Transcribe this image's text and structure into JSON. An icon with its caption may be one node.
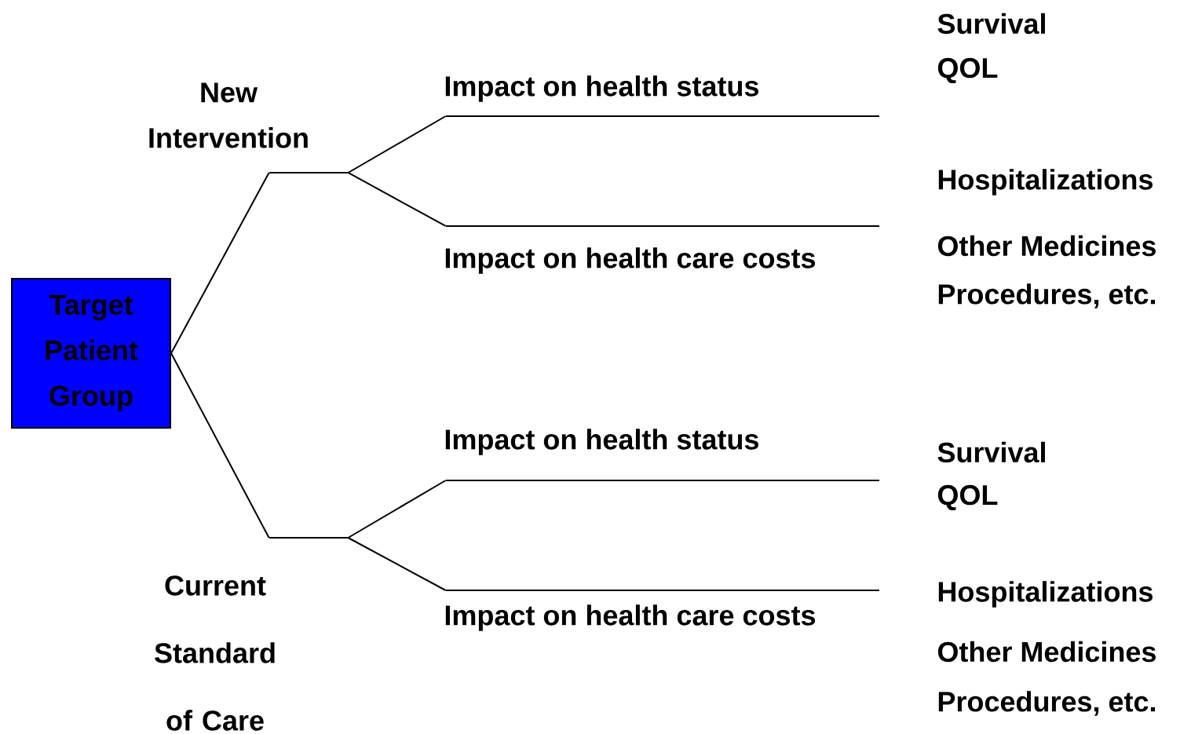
{
  "diagram": {
    "nodes": [
      {
        "text": [
          "Target Patient Group"
        ]
      },
      {
        "text": [],
        "shape": "bar",
        "beside": [
          "New Intervention"
        ]
      },
      {
        "text": [],
        "shape": "bar",
        "beside": [
          "Impact on health status"
        ]
      },
      {
        "text": [],
        "shape": "bar",
        "beside": [
          "Impact on health care costs"
        ]
      },
      {
        "text": [],
        "shape": "bar",
        "beside": [
          "Current Standard of Care"
        ]
      },
      {
        "text": [],
        "shape": "bar",
        "beside": [
          "Impact on health status"
        ]
      },
      {
        "text": [],
        "shape": "bar",
        "beside": [
          "Impact on health care costs"
        ]
      }
    ],
    "edges": [
      {
        "from": 0,
        "to": 1,
        "arrow": "none"
      },
      {
        "from": 1,
        "to": 2,
        "arrow": "none"
      },
      {
        "from": 1,
        "to": 3,
        "arrow": "none"
      },
      {
        "from": 0,
        "to": 4,
        "arrow": "none"
      },
      {
        "from": 4,
        "to": 5,
        "arrow": "none"
      },
      {
        "from": 4,
        "to": 6,
        "arrow": "none"
      }
    ],
    "labels": [
      "Survival",
      "QOL",
      "Hospitalizations",
      "Other Medicines",
      "Procedures, etc.",
      "Survival",
      "QOL",
      "Hospitalizations",
      "Other Medicines",
      "Procedures, etc."
    ]
  }
}
